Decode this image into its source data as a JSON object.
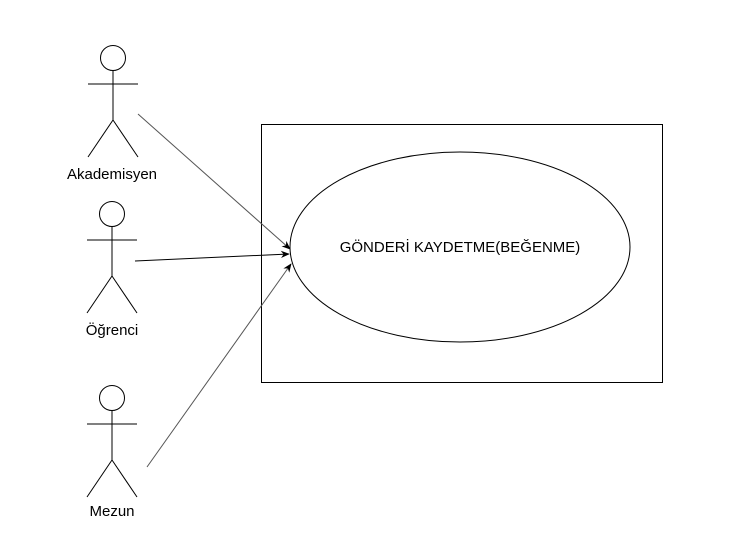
{
  "actors": [
    {
      "id": "akademisyen",
      "label": "Akademisyen"
    },
    {
      "id": "ogrenci",
      "label": "Öğrenci"
    },
    {
      "id": "mezun",
      "label": "Mezun"
    }
  ],
  "use_case": {
    "label": "GÖNDERİ KAYDETME(BEĞENME)"
  },
  "colors": {
    "stroke": "#000000",
    "arrow": "#555555",
    "background": "#ffffff"
  }
}
